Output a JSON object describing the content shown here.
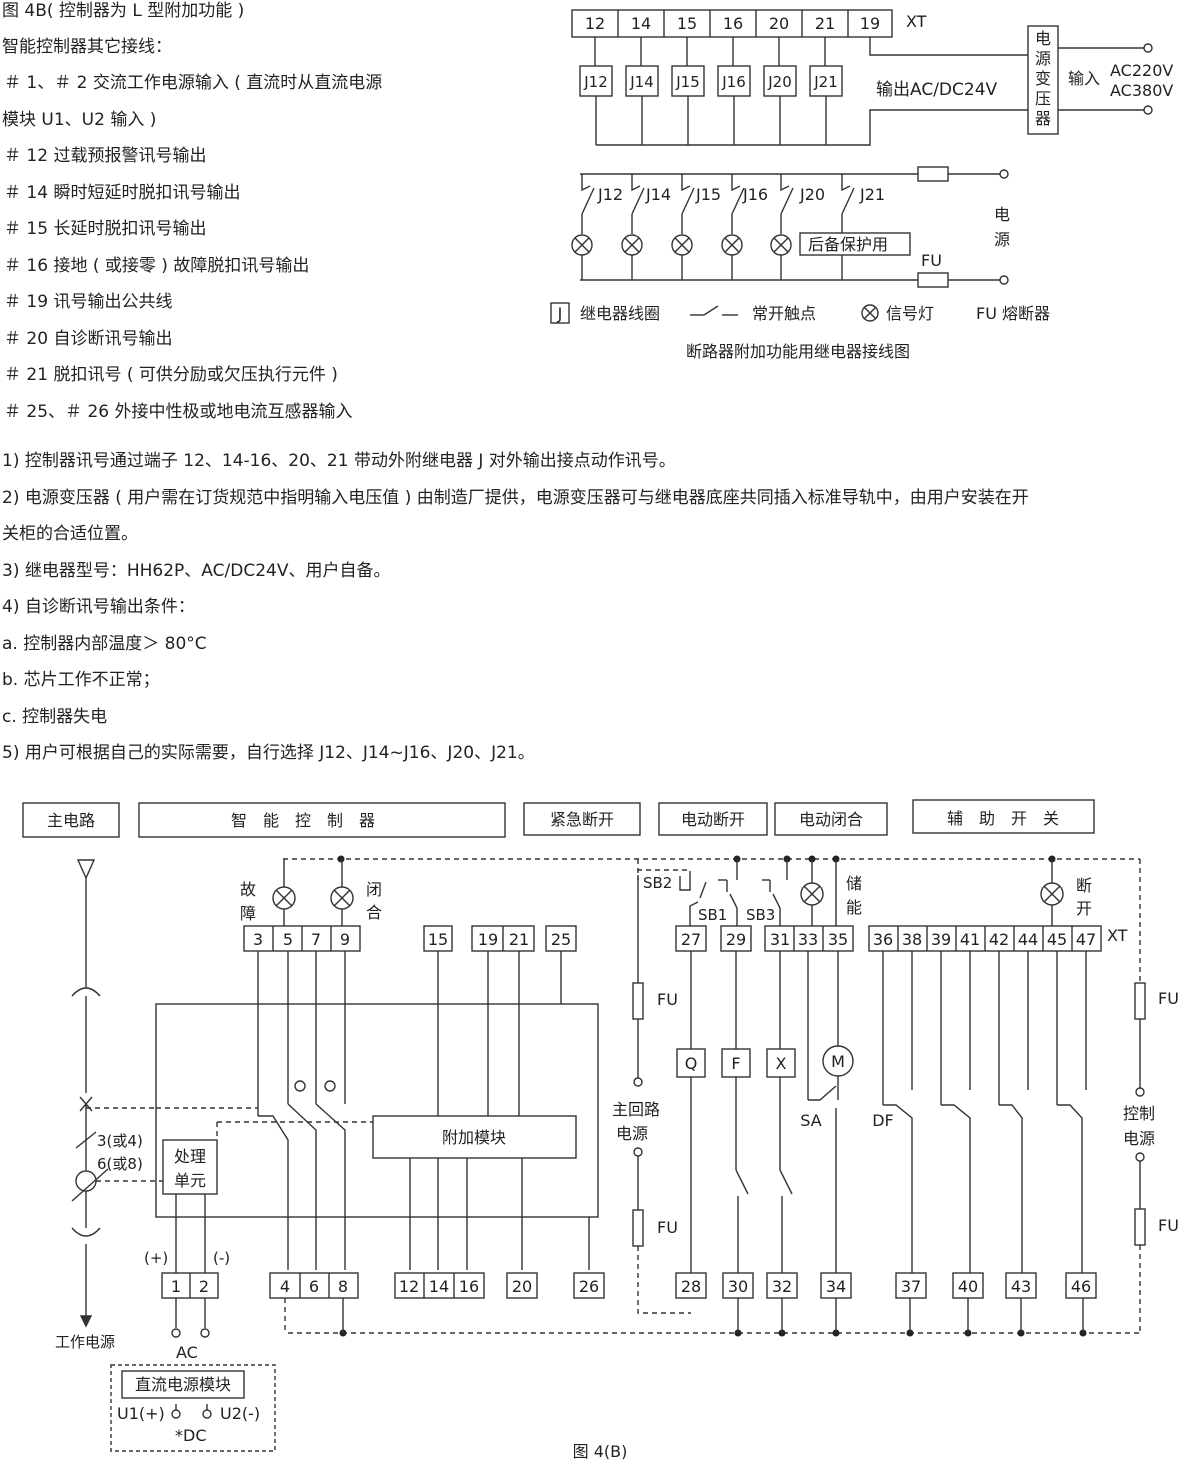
{
  "left_notes": {
    "title": "图 4B( 控制器为 L 型附加功能 )",
    "subtitle": "智能控制器其它接线：",
    "lines": [
      "＃ 1、＃ 2 交流工作电源输入 ( 直流时从直流电源",
      "模块 U1、U2 输入 )",
      "＃ 12 过载预报警讯号输出",
      "＃ 14 瞬时短延时脱扣讯号输出",
      "＃ 15 长延时脱扣讯号输出",
      "＃ 16 接地 ( 或接零 ) 故障脱扣讯号输出",
      "＃ 19 讯号输出公共线",
      "＃ 20 自诊断讯号输出",
      "＃ 21 脱扣讯号 ( 可供分励或欠压执行元件 )",
      "＃ 25、＃ 26 外接中性极或地电流互感器输入"
    ]
  },
  "relay_diagram": {
    "terminals": [
      "12",
      "14",
      "15",
      "16",
      "20",
      "21",
      "19"
    ],
    "xt_label": "XT",
    "relays": [
      "J12",
      "J14",
      "J15",
      "J16",
      "J20",
      "J21"
    ],
    "output_label": "输出AC/DC24V",
    "transformer_chars": [
      "电",
      "源",
      "变",
      "压",
      "器"
    ],
    "input_label": "输入",
    "input_v1": "AC220V",
    "input_v2": "AC380V",
    "contacts": [
      "J12",
      "J14",
      "J15",
      "J16",
      "J20",
      "J21"
    ],
    "backup_label": "后备保护用",
    "fu_label": "FU",
    "power_chars": [
      "电",
      "源"
    ],
    "legend": {
      "j_symbol": "J",
      "relay_coil": "继电器线圈",
      "no_contact": "常开触点",
      "signal_lamp": "信号灯",
      "fuse": "FU 熔断器"
    },
    "caption": "断路器附加功能用继电器接线图"
  },
  "notes": [
    "1) 控制器讯号通过端子 12、14-16、20、21 带动外附继电器 J 对外输出接点动作讯号。",
    "2) 电源变压器 ( 用户需在订货规范中指明输入电压值 ) 由制造厂提供，电源变压器可与继电器底座共同插入标准导轨中，由用户安装在开",
    "关柜的合适位置。",
    "3) 继电器型号：HH62P、AC/DC24V、用户自备。",
    "4) 自诊断讯号输出条件：",
    "  a. 控制器内部温度＞ 80°C",
    "  b. 芯片工作不正常；",
    "  c. 控制器失电",
    "5) 用户可根据自己的实际需要，自行选择 J12、J14~J16、J20、J21。"
  ],
  "wiring": {
    "headers": [
      "主电路",
      "智　能　控　制　器",
      "紧急断开",
      "电动断开",
      "电动闭合",
      "辅　助　开　关"
    ],
    "top_terminals": {
      "g1": [
        "3",
        "5",
        "7",
        "9"
      ],
      "g2": [
        "15"
      ],
      "g3": [
        "19",
        "21"
      ],
      "g4": [
        "25"
      ],
      "g5": [
        "27"
      ],
      "g6": [
        "29"
      ],
      "g7": [
        "31",
        "33",
        "35"
      ],
      "g8": [
        "36",
        "38",
        "39",
        "41",
        "42",
        "44",
        "45",
        "47"
      ]
    },
    "bottom_terminals": {
      "b1": [
        "1",
        "2"
      ],
      "b2": [
        "4",
        "6",
        "8"
      ],
      "b3": [
        "12",
        "14",
        "16"
      ],
      "b4": [
        "20"
      ],
      "b5": [
        "26"
      ],
      "b6": [
        "28"
      ],
      "b7": [
        "30"
      ],
      "b8": [
        "32"
      ],
      "b9": [
        "34"
      ],
      "b10": [
        "37"
      ],
      "b11": [
        "40"
      ],
      "b12": [
        "43"
      ],
      "b13": [
        "46"
      ]
    },
    "labels": {
      "fault_1": "故",
      "fault_2": "障",
      "close_1": "闭",
      "close_2": "合",
      "store_1": "储",
      "store_2": "能",
      "break_1": "断",
      "break_2": "开",
      "xt": "XT",
      "sb1": "SB1",
      "sb2": "SB2",
      "sb3": "SB3",
      "fu": "FU",
      "q": "Q",
      "f": "F",
      "x": "X",
      "m": "M",
      "sa": "SA",
      "df": "DF",
      "main_power_1": "主回路",
      "main_power_2": "电源",
      "ctrl_power_1": "控制",
      "ctrl_power_2": "电源",
      "module": "附加模块",
      "proc_1": "处理",
      "proc_2": "单元",
      "ct_1": "3(或4)",
      "ct_2": "6(或8)",
      "plus": "(+)",
      "minus": "(-)",
      "work_power": "工作电源",
      "ac": "AC",
      "dc_module": "直流电源模块",
      "u1": "U1(+)",
      "u2": "U2(-)",
      "dc": "*DC"
    },
    "caption": "图 4(B)"
  }
}
